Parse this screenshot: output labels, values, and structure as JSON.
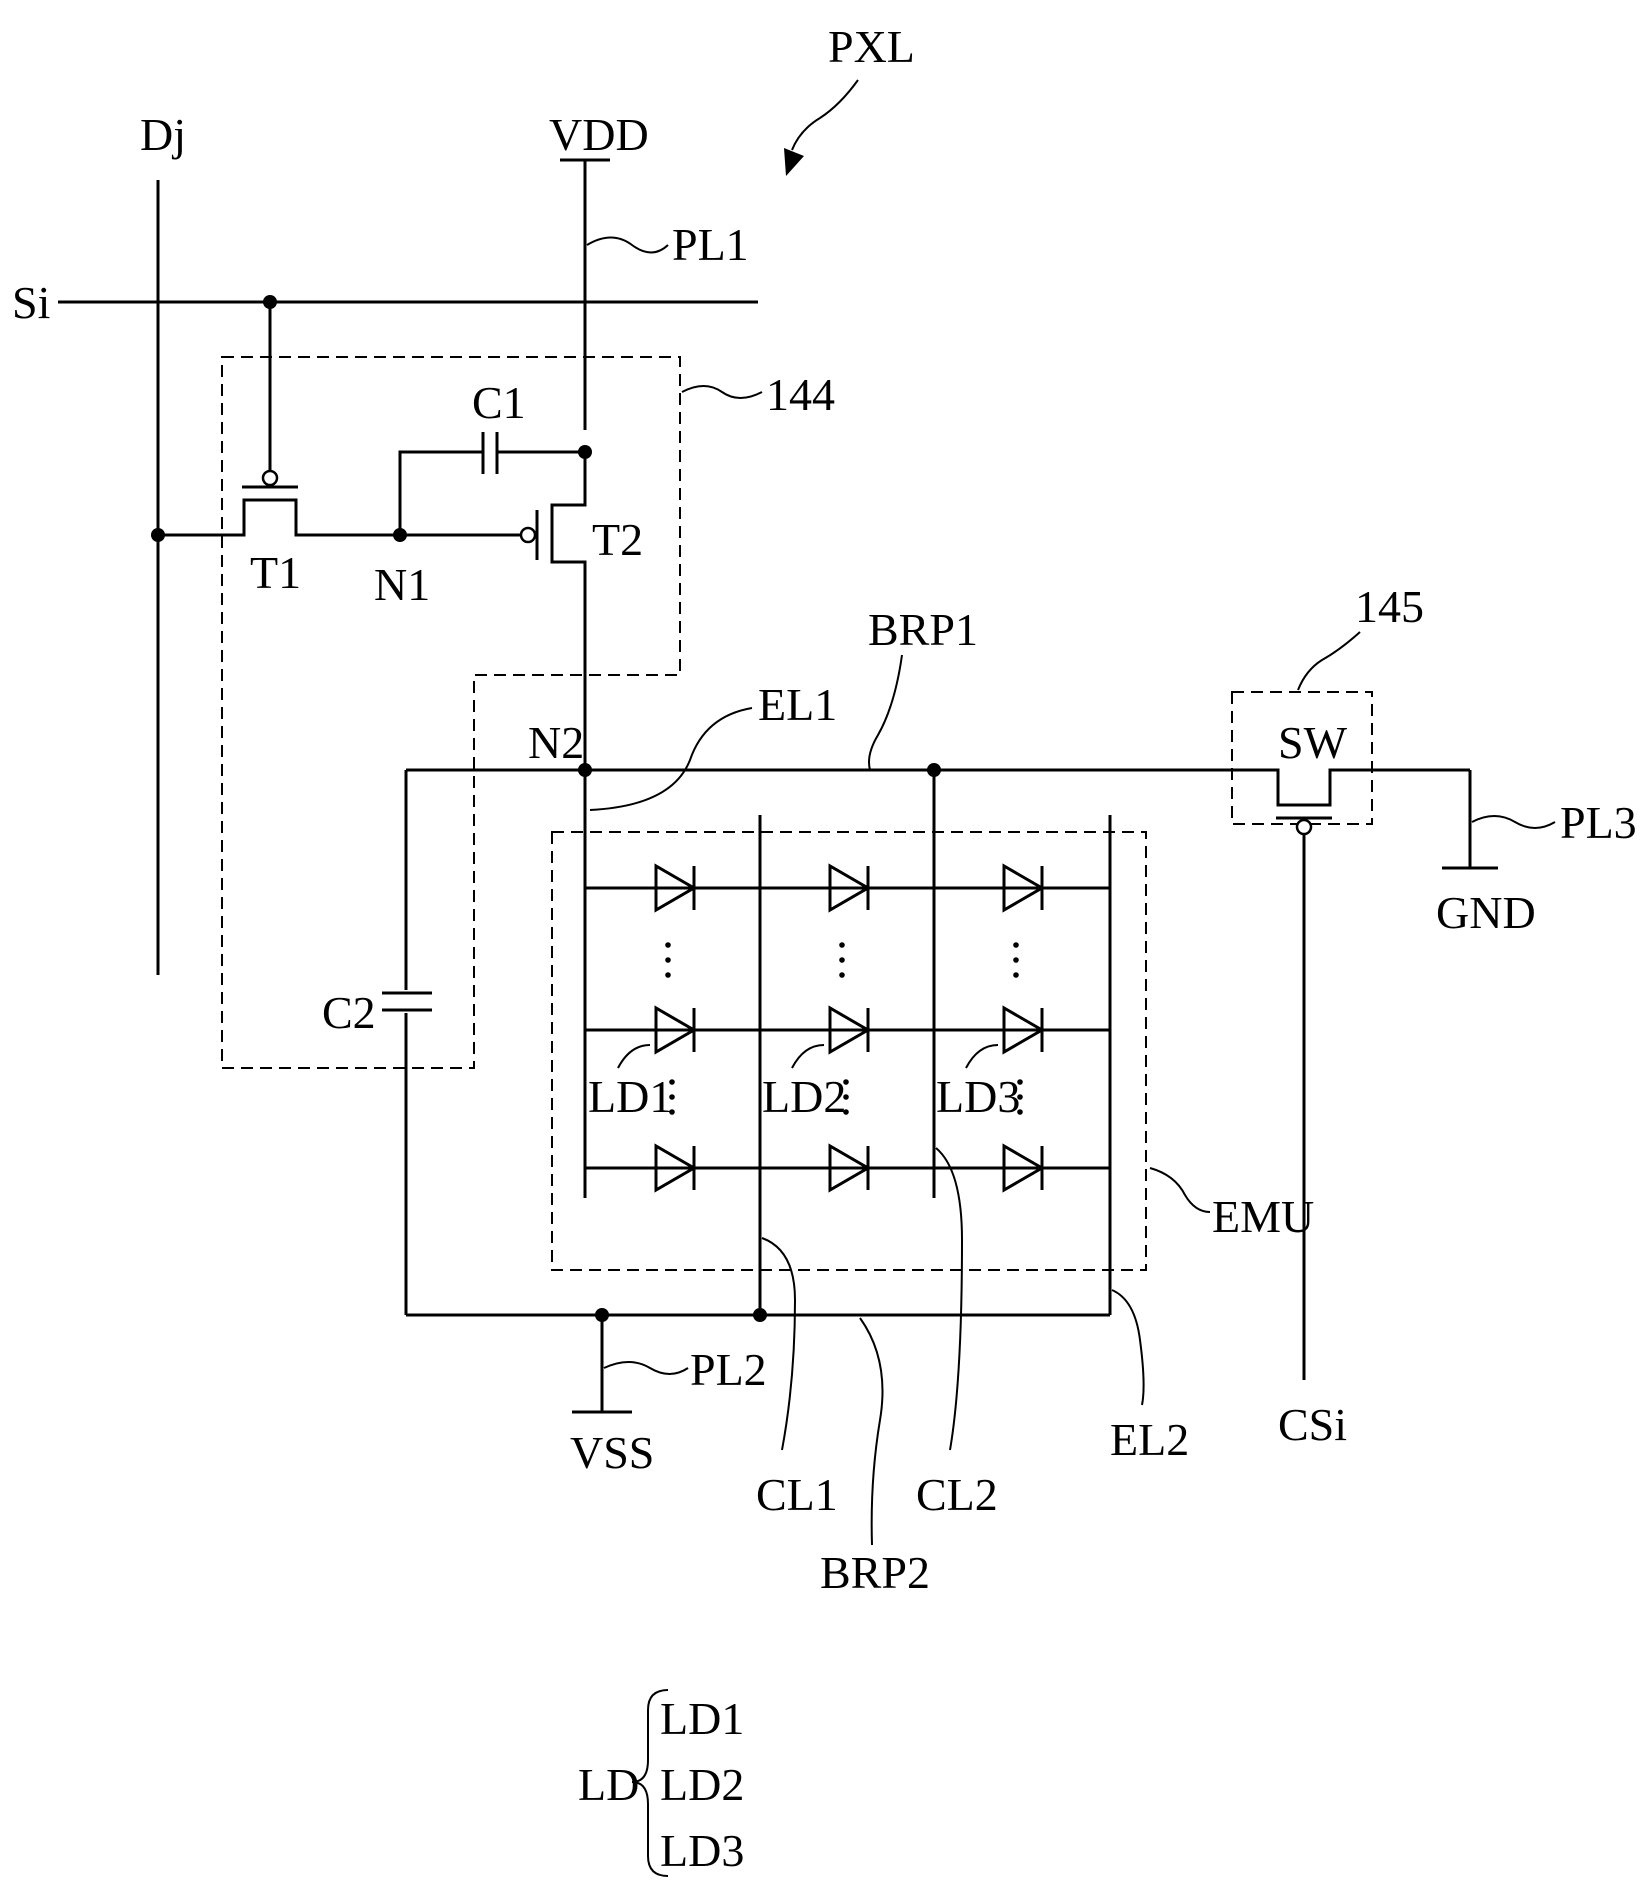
{
  "labels": {
    "pxl": "PXL",
    "dj": "Dj",
    "si": "Si",
    "vdd": "VDD",
    "pl1": "PL1",
    "block_144": "144",
    "c1": "C1",
    "t1": "T1",
    "n1": "N1",
    "t2": "T2",
    "brp1": "BRP1",
    "block_145": "145",
    "el1": "EL1",
    "n2": "N2",
    "sw": "SW",
    "pl3": "PL3",
    "gnd": "GND",
    "c2": "C2",
    "ld1": "LD1",
    "ld2": "LD2",
    "ld3": "LD3",
    "emu": "EMU",
    "pl2": "PL2",
    "vss": "VSS",
    "el2": "EL2",
    "csi": "CSi",
    "cl1": "CL1",
    "cl2": "CL2",
    "brp2": "BRP2"
  },
  "legend": {
    "group": "LD",
    "members": [
      "LD1",
      "LD2",
      "LD3"
    ]
  },
  "dots": {
    "ellipsis": ":"
  }
}
